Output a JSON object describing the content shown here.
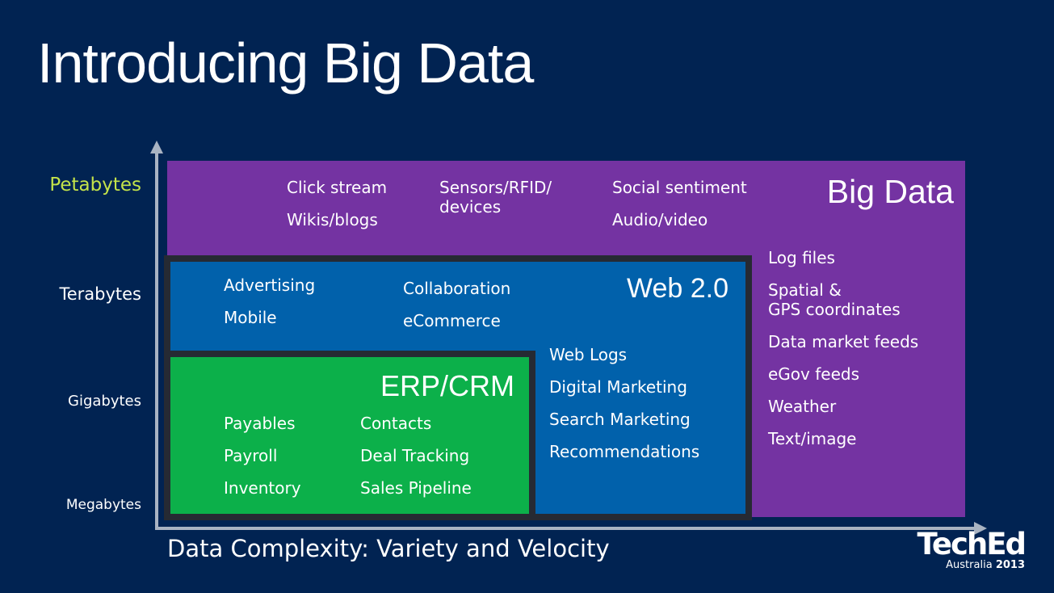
{
  "title": "Introducing Big Data",
  "y_axis_labels": {
    "petabytes": "Petabytes",
    "terabytes": "Terabytes",
    "gigabytes": "Gigabytes",
    "megabytes": "Megabytes"
  },
  "x_axis_label": "Data Complexity: Variety and Velocity",
  "colors": {
    "background": "#012352",
    "big_data": "#7433a2",
    "web20": "#0161ab",
    "erp_crm": "#0cb04a",
    "petabytes_label": "#c4e34a",
    "box_border": "#262a33"
  },
  "big_data": {
    "heading": "Big Data",
    "items": {
      "click_stream": "Click stream",
      "wikis_blogs": "Wikis/blogs",
      "sensors": "Sensors/RFID/",
      "sensors_2": "devices",
      "social_sentiment": "Social sentiment",
      "audio_video": "Audio/video",
      "log_files": "Log files",
      "spatial": "Spatial &",
      "spatial_2": "GPS coordinates",
      "data_market": "Data market feeds",
      "egov": "eGov feeds",
      "weather": "Weather",
      "text_image": "Text/image"
    }
  },
  "web20": {
    "heading": "Web 2.0",
    "items": {
      "advertising": "Advertising",
      "mobile": "Mobile",
      "collaboration": "Collaboration",
      "ecommerce": "eCommerce",
      "web_logs": "Web Logs",
      "digital_marketing": "Digital Marketing",
      "search_marketing": "Search Marketing",
      "recommendations": "Recommendations"
    }
  },
  "erp_crm": {
    "heading": "ERP/CRM",
    "items": {
      "payables": "Payables",
      "payroll": "Payroll",
      "inventory": "Inventory",
      "contacts": "Contacts",
      "deal_tracking": "Deal Tracking",
      "sales_pipeline": "Sales Pipeline"
    }
  },
  "logo": {
    "name": "TechEd",
    "location": "Australia",
    "year": "2013"
  }
}
